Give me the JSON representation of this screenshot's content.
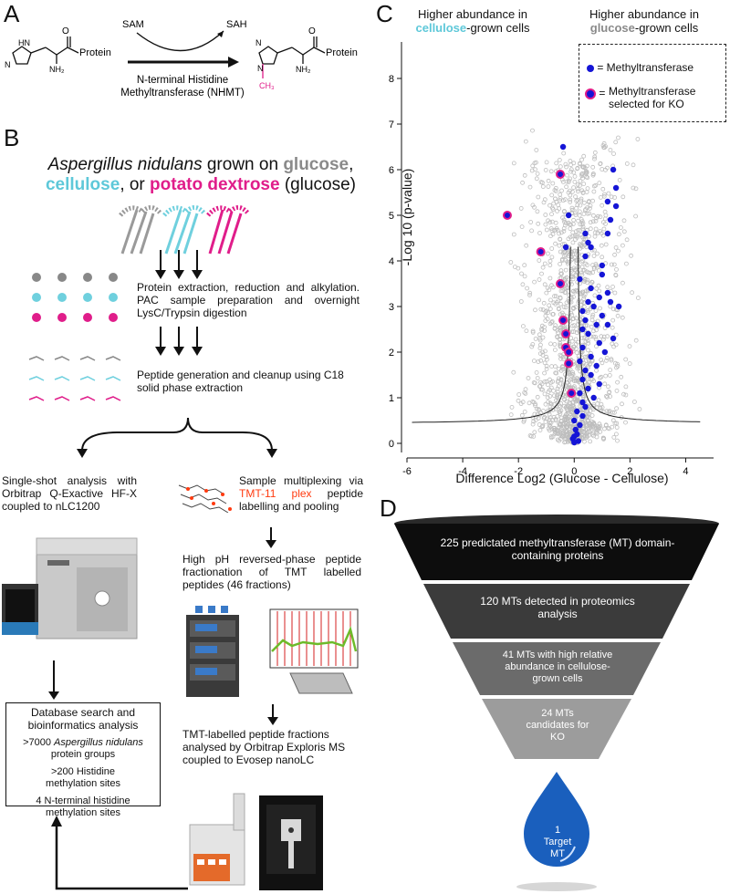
{
  "panel_letters": {
    "a": "A",
    "b": "B",
    "c": "C",
    "d": "D"
  },
  "panel_a": {
    "sam": "SAM",
    "sah": "SAH",
    "left_protein": "Protein",
    "right_protein": "Protein",
    "nh2_left": "NH₂",
    "nh2_right": "NH₂",
    "ch3": "CH₃",
    "enzyme_line1": "N-terminal Histidine",
    "enzyme_line2": "Methyltransferase (NHMT)"
  },
  "panel_b": {
    "title_line1_prefix": "Aspergillus nidulans",
    "title_line1_mid": " grown on ",
    "title_glucose": "glucose",
    "title_comma1": ",",
    "title_cellulose": "cellulose",
    "title_or": ", or ",
    "title_potato": "potato dextrose",
    "title_glucose_paren": " (glucose)",
    "step1": "Protein extraction, reduction and alkylation. PAC sample preparation and overnight LysC/Trypsin digestion",
    "step2": "Peptide generation and cleanup using C18 solid phase extraction",
    "left_branch": "Single-shot analysis with Orbitrap Q-Exactive HF-X coupled to nLC1200",
    "right_branch_pre": "Sample multiplexing via ",
    "right_branch_tmt": "TMT-11 plex",
    "right_branch_post": " peptide labelling and pooling",
    "fractionation": "High pH reversed-phase peptide fractionation of TMT labelled peptides (46 fractions)",
    "tmt_analysis": "TMT-labelled peptide fractions analysed by Orbitrap Exploris MS coupled to Evosep nanoLC",
    "db_title": "Database search and bioinformatics analysis",
    "db_item1_pre": ">7000 ",
    "db_item1_italic": "Aspergillus nidulans",
    "db_item1_post": " protein groups",
    "db_item2": ">200 Histidine methylation sites",
    "db_item3": "4 N-terminal histidine methylation sites"
  },
  "panel_c": {
    "header_left_line1": "Higher abundance in",
    "header_left_colored": "cellulose",
    "header_left_rest": "-grown cells",
    "header_right_line1": "Higher abundance in",
    "header_right_colored": "glucose",
    "header_right_rest": "-grown cells",
    "legend_mt": "= Methyltransferase",
    "legend_ko_line1": "Methyltransferase",
    "legend_ko_line2": "selected for KO",
    "legend_ko_eq": "=",
    "colors": {
      "background": "#bdbdbd",
      "mt": "#1515d6",
      "ko_ring": "#e01d8a"
    }
  },
  "chart_data": {
    "type": "scatter",
    "xlabel": "Difference Log2 (Glucose - Cellulose)",
    "ylabel": "-Log 10 (p-value)",
    "xlim": [
      -6,
      5
    ],
    "ylim": [
      -0.2,
      8.8
    ],
    "xticks": [
      -6,
      -4,
      -2,
      0,
      2,
      4
    ],
    "yticks": [
      0,
      1,
      2,
      3,
      4,
      5,
      6,
      7,
      8
    ],
    "series": [
      {
        "name": "Methyltransferase",
        "points": [
          [
            -0.4,
            6.5
          ],
          [
            1.4,
            6.0
          ],
          [
            1.5,
            5.6
          ],
          [
            1.2,
            5.3
          ],
          [
            1.5,
            5.2
          ],
          [
            -0.2,
            5.0
          ],
          [
            1.3,
            4.9
          ],
          [
            0.4,
            4.6
          ],
          [
            1.2,
            4.6
          ],
          [
            -0.3,
            4.3
          ],
          [
            0.5,
            4.4
          ],
          [
            0.6,
            4.3
          ],
          [
            0.4,
            4.1
          ],
          [
            1.0,
            3.9
          ],
          [
            0.2,
            3.6
          ],
          [
            1.0,
            3.7
          ],
          [
            0.6,
            3.4
          ],
          [
            1.2,
            3.3
          ],
          [
            0.9,
            3.2
          ],
          [
            1.3,
            3.1
          ],
          [
            0.5,
            3.1
          ],
          [
            1.6,
            3.0
          ],
          [
            0.7,
            3.0
          ],
          [
            0.3,
            2.9
          ],
          [
            1.0,
            2.8
          ],
          [
            0.4,
            2.7
          ],
          [
            0.8,
            2.6
          ],
          [
            1.2,
            2.6
          ],
          [
            0.3,
            2.5
          ],
          [
            0.5,
            2.4
          ],
          [
            1.4,
            2.3
          ],
          [
            0.9,
            2.2
          ],
          [
            0.3,
            2.1
          ],
          [
            1.1,
            2.0
          ],
          [
            0.6,
            1.9
          ],
          [
            0.2,
            1.8
          ],
          [
            0.8,
            1.7
          ],
          [
            0.4,
            1.6
          ],
          [
            0.6,
            1.5
          ],
          [
            0.3,
            1.4
          ],
          [
            0.9,
            1.3
          ],
          [
            0.5,
            1.2
          ],
          [
            0.2,
            1.1
          ],
          [
            0.7,
            1.0
          ],
          [
            0.3,
            0.9
          ],
          [
            0.4,
            0.8
          ],
          [
            0.1,
            0.7
          ],
          [
            0.3,
            0.6
          ],
          [
            0.0,
            0.5
          ],
          [
            0.2,
            0.4
          ],
          [
            0.05,
            0.3
          ],
          [
            0.1,
            0.2
          ],
          [
            0.0,
            0.15
          ],
          [
            -0.05,
            0.1
          ],
          [
            0.15,
            0.05
          ],
          [
            0.0,
            0.02
          ]
        ]
      },
      {
        "name": "Methyltransferase selected for KO",
        "points": [
          [
            -0.5,
            5.9
          ],
          [
            -2.4,
            5.0
          ],
          [
            -1.2,
            4.2
          ],
          [
            -0.5,
            3.5
          ],
          [
            -0.4,
            2.7
          ],
          [
            -0.3,
            2.4
          ],
          [
            -0.3,
            2.1
          ],
          [
            -0.2,
            2.0
          ],
          [
            -0.2,
            1.75
          ],
          [
            -0.1,
            1.1
          ]
        ]
      }
    ],
    "legend": "top-right"
  },
  "panel_d": {
    "tier1": "225 predictated methyltransferase (MT) domain-containing proteins",
    "tier2": "120 MTs detected in proteomics analysis",
    "tier3": "41 MTs with high relative abundance in cellulose-grown cells",
    "tier4": "24 MTs candidates for KO",
    "drop_line1": "1",
    "drop_line2": "Target",
    "drop_line3": "MT",
    "colors": {
      "tier1": "#0d0d0d",
      "tier2": "#3b3b3b",
      "tier3": "#6b6b6b",
      "tier4": "#9c9c9c",
      "drop": "#1a5fbd"
    }
  }
}
